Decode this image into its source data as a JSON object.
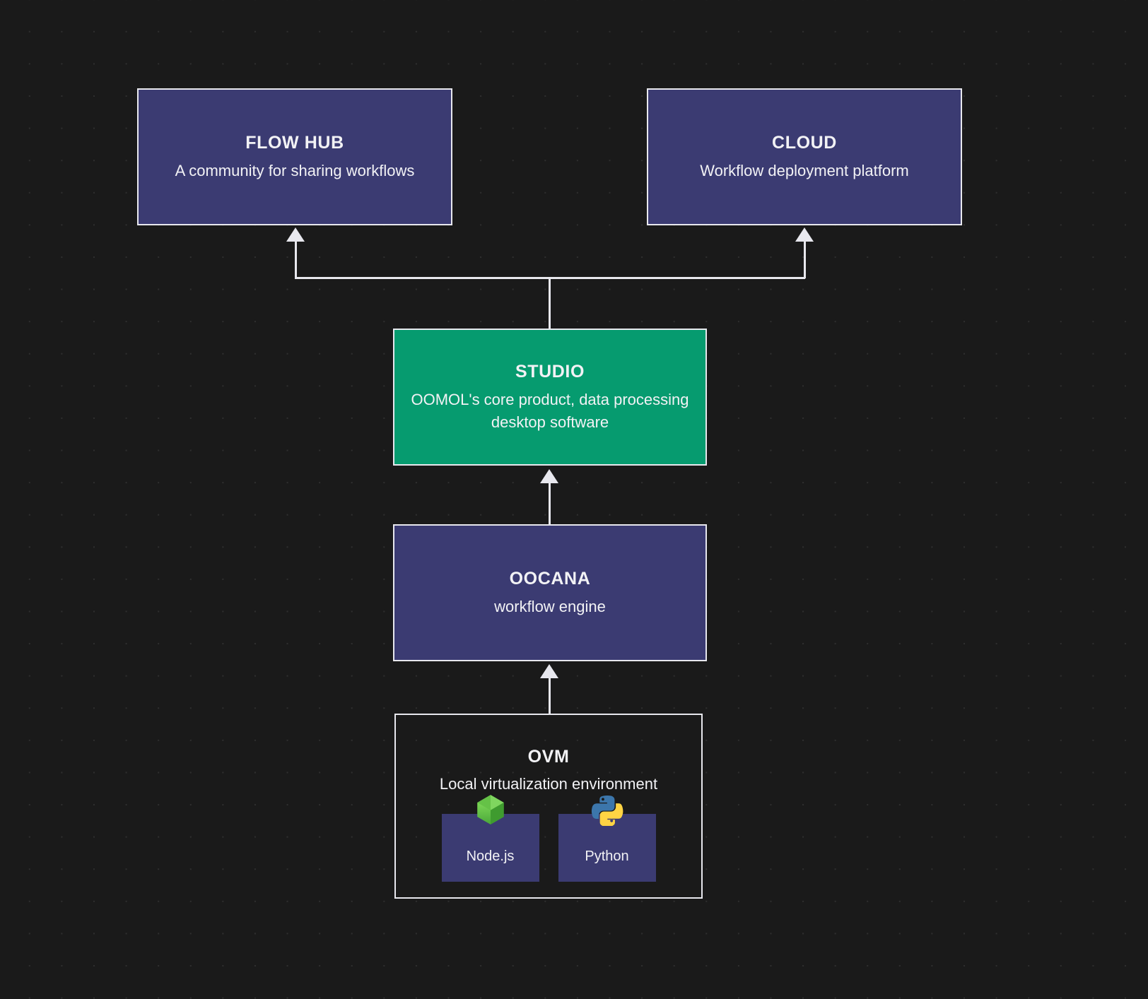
{
  "diagram": {
    "background_color": "#1a1a1a",
    "grid_dot_color": "#2f2f2f",
    "edge_color": "#e8e8ee",
    "nodes": {
      "flow_hub": {
        "title": "FLOW HUB",
        "subtitle": "A community for sharing workflows",
        "fill": "#3b3b72"
      },
      "cloud": {
        "title": "CLOUD",
        "subtitle": "Workflow deployment platform",
        "fill": "#3b3b72"
      },
      "studio": {
        "title": "STUDIO",
        "subtitle": "OOMOL's core product, data processing desktop software",
        "fill": "#069b6f"
      },
      "oocana": {
        "title": "OOCANA",
        "subtitle": "workflow engine",
        "fill": "#3b3b72"
      },
      "ovm": {
        "title": "OVM",
        "subtitle": "Local virtualization environment",
        "fill": "transparent",
        "runtimes": [
          {
            "label": "Node.js",
            "icon": "nodejs-icon",
            "fill": "#3b3b72",
            "icon_color": "#57a843"
          },
          {
            "label": "Python",
            "icon": "python-icon",
            "fill": "#3b3b72",
            "icon_color_top": "#3c76ab",
            "icon_color_bottom": "#ffd444"
          }
        ]
      }
    }
  }
}
